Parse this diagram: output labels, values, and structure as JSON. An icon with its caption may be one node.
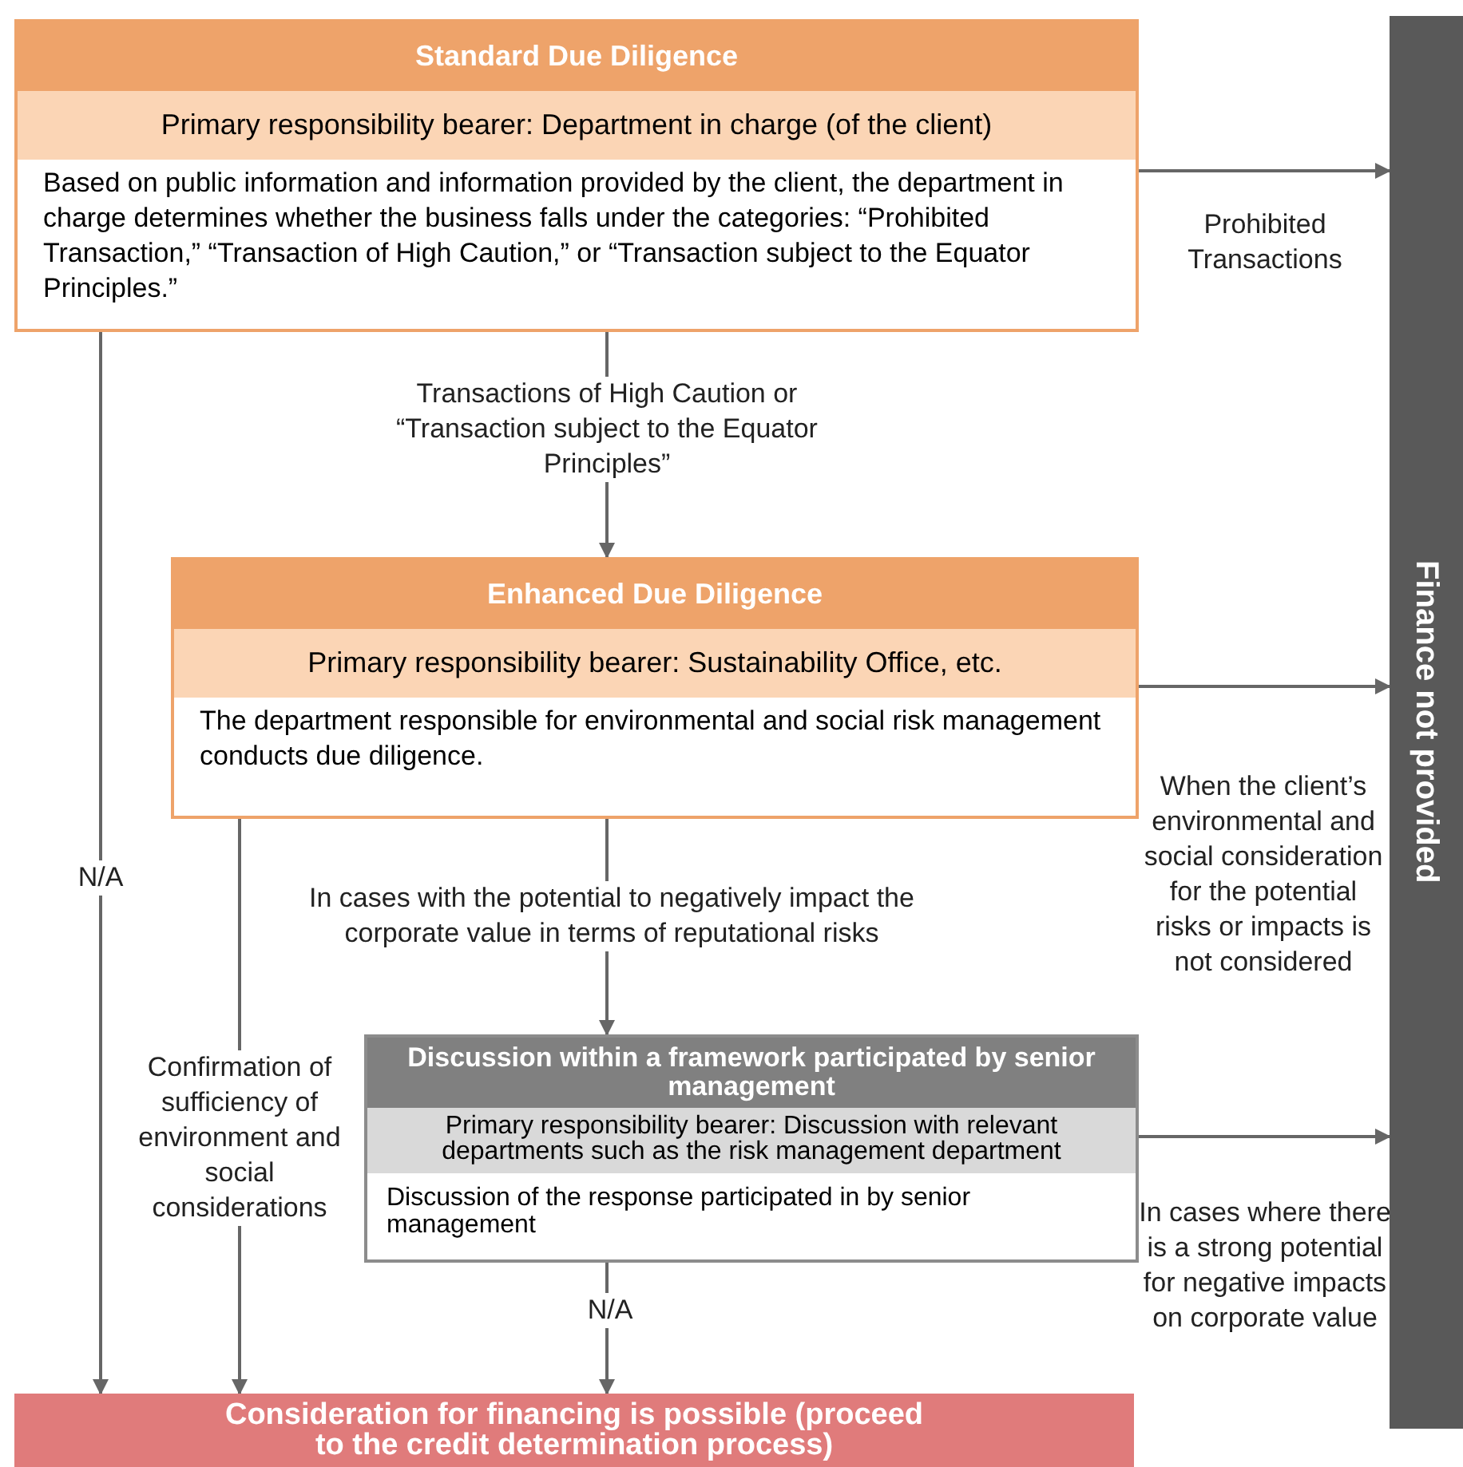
{
  "diagram": {
    "nodes": [
      {
        "text": [
          "Standard Due Diligence",
          "Primary responsibility bearer: Department in charge (of the client)",
          "Based on public information and information provided by the client, the department in charge determines whether the business falls under the categories: “Prohibited Transaction,” “Transaction of High Caution,” or “Transaction subject to the Equator Principles.”"
        ]
      },
      {
        "text": [
          "Finance not provided"
        ]
      },
      {
        "text": [
          "Enhanced Due Diligence",
          "Primary responsibility bearer: Sustainability Office, etc.",
          "The department responsible for environmental and social risk management conducts due diligence."
        ]
      },
      {
        "text": [
          "Discussion within a framework participated by senior management",
          "Primary responsibility bearer: Discussion with relevant departments such as the risk management department",
          "Discussion of the response participated in by senior management"
        ]
      },
      {
        "text": [
          "Consideration for financing is possible (proceed to the credit determination process)"
        ]
      }
    ],
    "edges": [
      {
        "from": 0,
        "to": 1,
        "arrow": "to",
        "label": "Prohibited Transactions"
      },
      {
        "from": 0,
        "to": 2,
        "arrow": "to",
        "label": "Transactions of High Caution or “Transaction subject to the Equator Principles”"
      },
      {
        "from": 0,
        "to": 4,
        "arrow": "to",
        "label": "N/A"
      },
      {
        "from": 2,
        "to": 1,
        "arrow": "to",
        "label": "When the client’s environmental and social consideration for the potential risks or impacts is not considered"
      },
      {
        "from": 2,
        "to": 3,
        "arrow": "to",
        "label": "In cases with the potential to negatively impact the corporate value in terms of reputational risks"
      },
      {
        "from": 2,
        "to": 4,
        "arrow": "to",
        "label": "Confirmation of sufficiency of environment and social considerations"
      },
      {
        "from": 3,
        "to": 1,
        "arrow": "to",
        "label": "In cases where there is a strong potential for negative impacts on corporate value"
      },
      {
        "from": 3,
        "to": 4,
        "arrow": "to",
        "label": "N/A"
      }
    ]
  }
}
